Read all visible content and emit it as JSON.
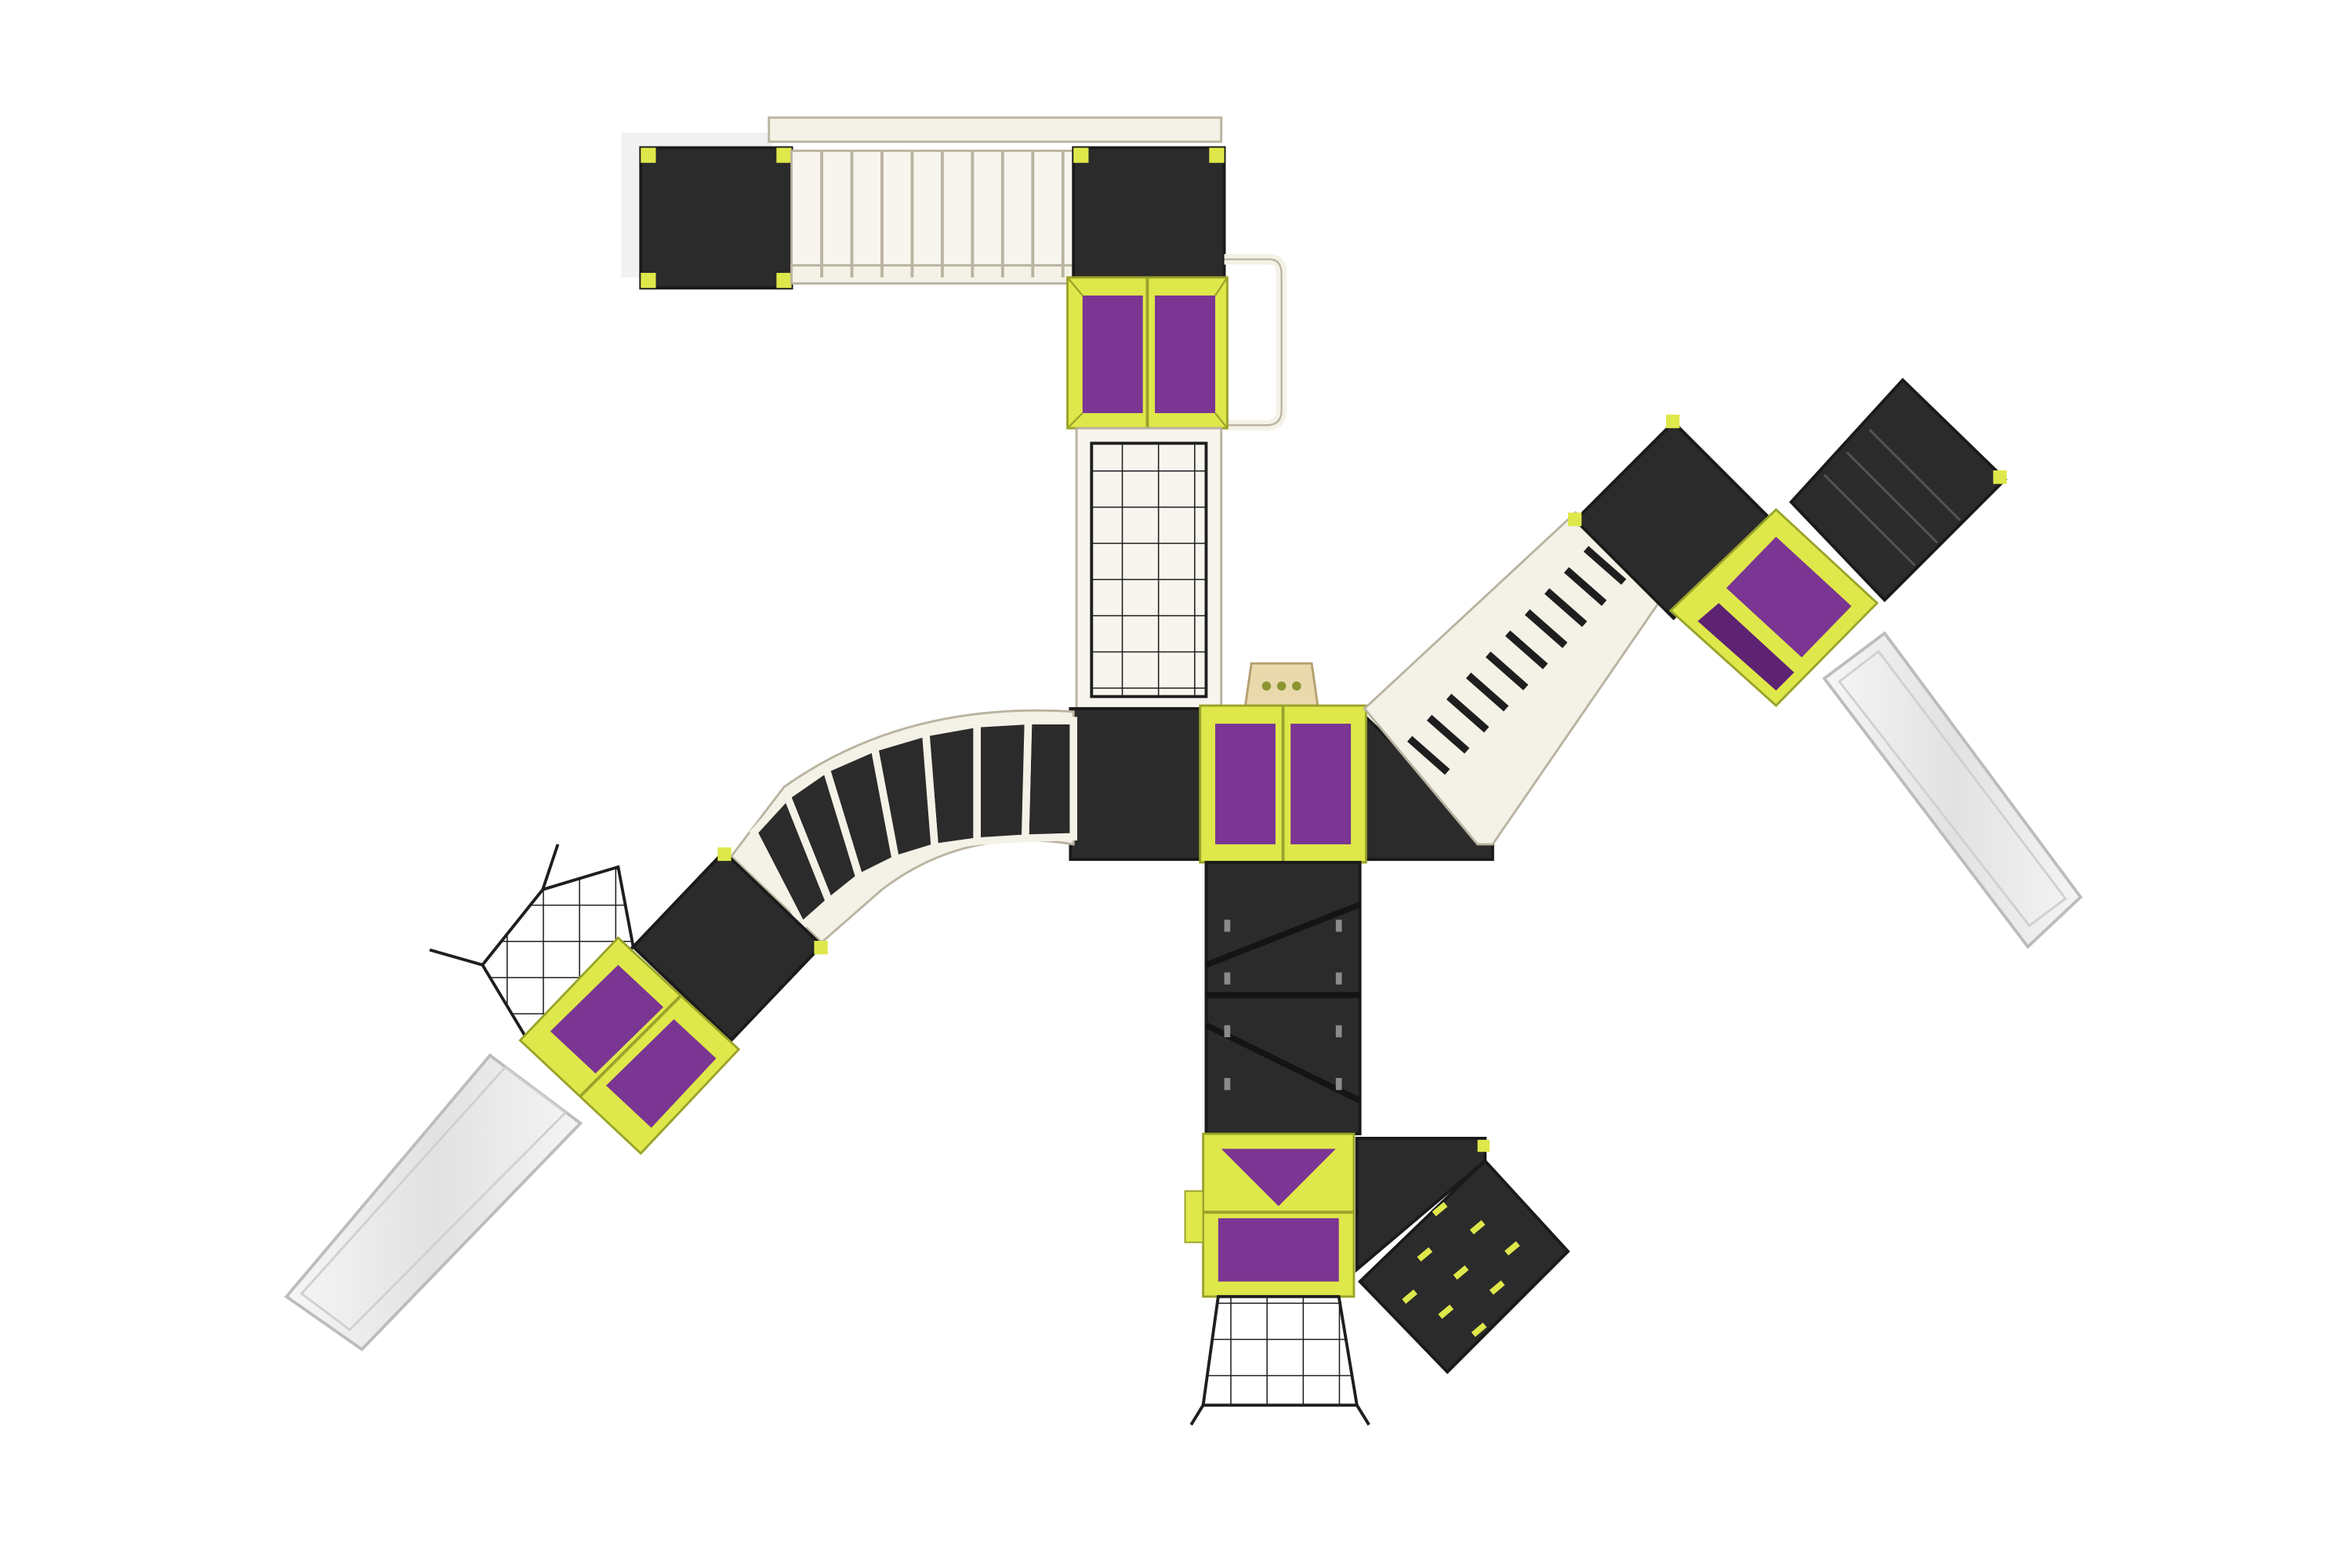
{
  "colors": {
    "background": "#ffffff",
    "deck": "#2b2b2b",
    "deck_edge": "#1a1a1a",
    "roof": "#7b3592",
    "roof_dark": "#5e2272",
    "trim": "#dfe84a",
    "trim_dark": "#b9c22c",
    "rail": "#f4f1e6",
    "rail_stroke": "#b9b3a0",
    "slide": "#e9e9e9",
    "slide_stroke": "#bcbcbc",
    "net": "#1e1e1e",
    "panel": "#e9d9ad",
    "foothold": "#dfe84a"
  },
  "components": [
    {
      "name": "deck",
      "count": 10
    },
    {
      "name": "roof",
      "count": 7
    },
    {
      "name": "slide",
      "count": 2
    },
    {
      "name": "bridge",
      "count": 4
    },
    {
      "name": "net",
      "count": 3
    },
    {
      "name": "climber",
      "count": 1
    }
  ]
}
